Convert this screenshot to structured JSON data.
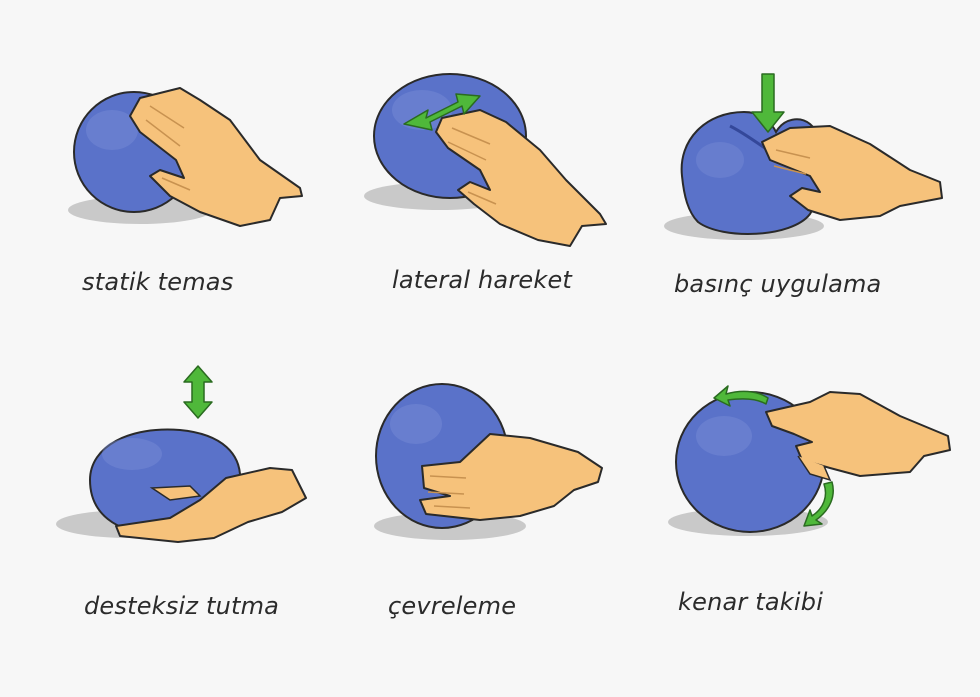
{
  "colors": {
    "background": "#f7f7f7",
    "ball": "#5a72c9",
    "ball_shade": "#3e54a8",
    "hand": "#f6c27b",
    "hand_outline": "#2a2a2a",
    "arrow": "#4fb83a",
    "shadow": "#b9b9b9",
    "caption": "#2b2b2b"
  },
  "panels": [
    {
      "label": "statik temas",
      "icon": "hand-resting-on-ball",
      "arrow": "none"
    },
    {
      "label": "lateral hareket",
      "icon": "hand-sliding-on-ball",
      "arrow": "double-arrow-diagonal"
    },
    {
      "label": "basınç uygulama",
      "icon": "hand-pressing-ball",
      "arrow": "arrow-down"
    },
    {
      "label": "desteksiz tutma",
      "icon": "hand-holding-ball",
      "arrow": "double-arrow-vertical"
    },
    {
      "label": "çevreleme",
      "icon": "hand-enclosing-ball",
      "arrow": "none"
    },
    {
      "label": "kenar takibi",
      "icon": "hand-following-contour",
      "arrow": "curved-arrows"
    }
  ]
}
